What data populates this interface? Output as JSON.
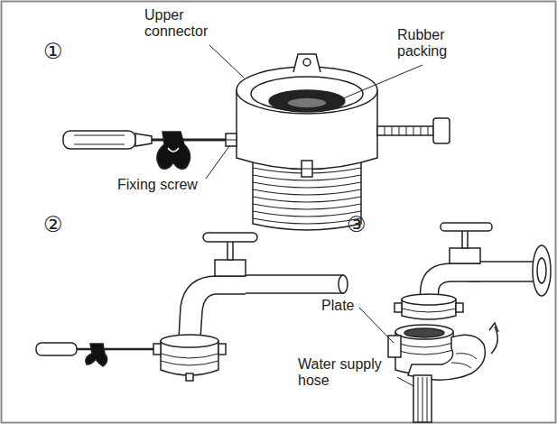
{
  "diagram": {
    "labels": [
      "①",
      "Upper connector",
      "Rubber packing",
      "Fixing screw",
      "②",
      "③",
      "Plate",
      "Water supply hose"
    ]
  }
}
